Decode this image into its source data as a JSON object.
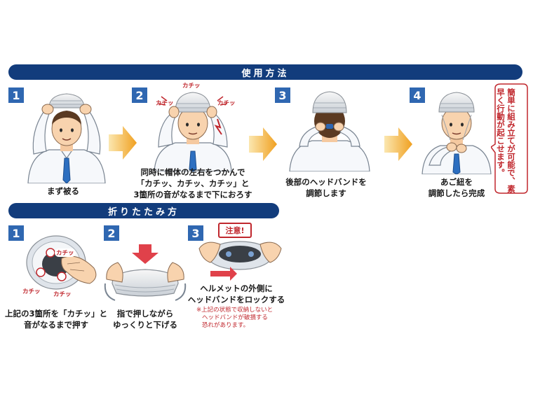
{
  "usage": {
    "title": "使用方法",
    "steps": [
      {
        "num": "1",
        "line1": "まず被る"
      },
      {
        "num": "2",
        "line1": "同時に帽体の左右をつかんで",
        "line2": "「カチッ、カチッ、カチッ」と",
        "line3": "3箇所の音がなるまで下におろす",
        "sound": "カチッ"
      },
      {
        "num": "3",
        "line1": "後部のヘッドバンドを",
        "line2": "調節します"
      },
      {
        "num": "4",
        "line1": "あご紐を",
        "line2": "調節したら完成"
      }
    ],
    "bubble": "簡単に組み立てが可能で、素早く行動が起こせます。"
  },
  "folding": {
    "title": "折りたたみ方",
    "steps": [
      {
        "num": "1",
        "line1": "上記の3箇所を「カチッ」と",
        "line2": "音がなるまで押す",
        "sound": "カチッ"
      },
      {
        "num": "2",
        "line1": "指で押しながら",
        "line2": "ゆっくりと下げる"
      },
      {
        "num": "3",
        "line1": "ヘルメットの外側に",
        "line2": "ヘッドバンドをロックする",
        "caution": "注意!",
        "warn1": "※上記の状態で収納しないと",
        "warn2": "ヘッドバンドが破損する",
        "warn3": "恐れがあります。"
      }
    ]
  },
  "colors": {
    "bar": "#123c7c",
    "number": "#2f67b1",
    "arrow": "#f0a020",
    "warning": "#c0272d",
    "shirt": "#f6f8fb",
    "tie": "#2d6fc0"
  }
}
